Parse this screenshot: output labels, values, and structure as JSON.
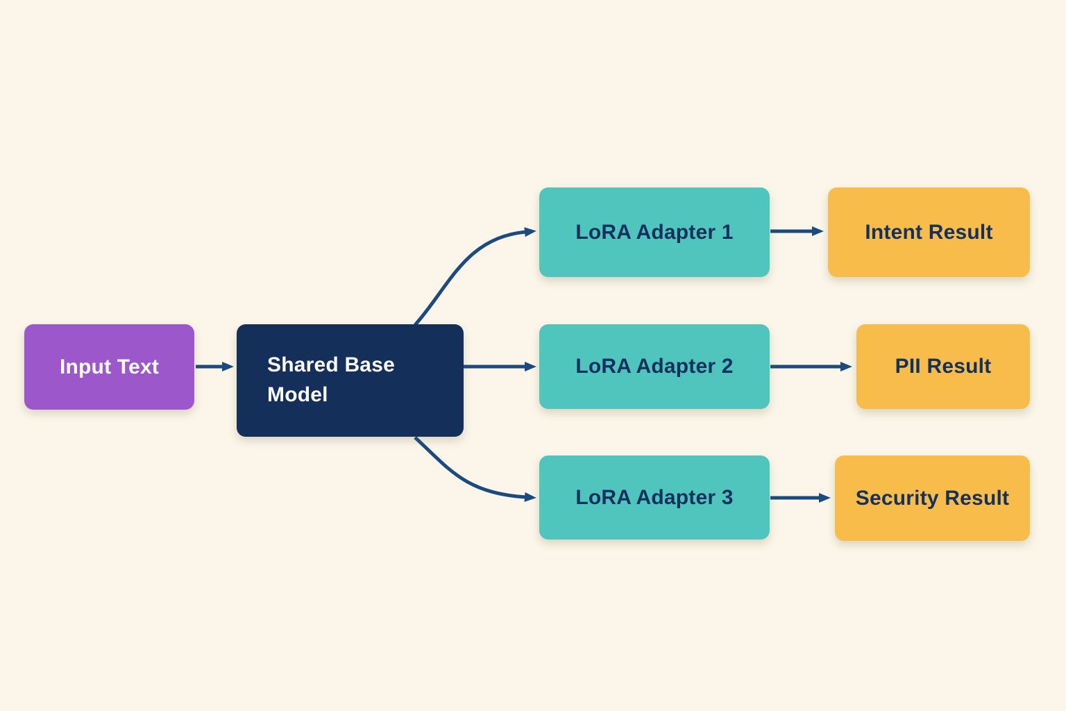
{
  "diagram": {
    "type": "flowchart",
    "background": "#fbf6e9",
    "arrow_color": "#1b4a80",
    "nodes": [
      {
        "id": "node-input-text",
        "label": "Input Text",
        "fill": "#9c57cb",
        "text_color": "#ffffff"
      },
      {
        "id": "node-shared-base-model",
        "label": "Shared Base Model",
        "fill": "#132f5a",
        "text_color": "#ffffff"
      },
      {
        "id": "node-lora-adapter-1",
        "label": "LoRA Adapter 1",
        "fill": "#4fc5be",
        "text_color": "#14305c"
      },
      {
        "id": "node-intent-result",
        "label": "Intent Result",
        "fill": "#f8bc4a",
        "text_color": "#14305c"
      },
      {
        "id": "node-lora-adapter-2",
        "label": "LoRA Adapter 2",
        "fill": "#4fc5be",
        "text_color": "#14305c"
      },
      {
        "id": "node-pii-result",
        "label": "PII Result",
        "fill": "#f8bc4a",
        "text_color": "#14305c"
      },
      {
        "id": "node-lora-adapter-3",
        "label": "LoRA Adapter 3",
        "fill": "#4fc5be",
        "text_color": "#14305c"
      },
      {
        "id": "node-security-result",
        "label": "Security Result",
        "fill": "#f8bc4a",
        "text_color": "#14305c"
      }
    ],
    "edges": [
      {
        "from": "Input Text",
        "to": "Shared Base Model"
      },
      {
        "from": "Shared Base Model",
        "to": "LoRA Adapter 1"
      },
      {
        "from": "Shared Base Model",
        "to": "LoRA Adapter 2"
      },
      {
        "from": "Shared Base Model",
        "to": "LoRA Adapter 3"
      },
      {
        "from": "LoRA Adapter 1",
        "to": "Intent Result"
      },
      {
        "from": "LoRA Adapter 2",
        "to": "PII Result"
      },
      {
        "from": "LoRA Adapter 3",
        "to": "Security Result"
      }
    ]
  }
}
